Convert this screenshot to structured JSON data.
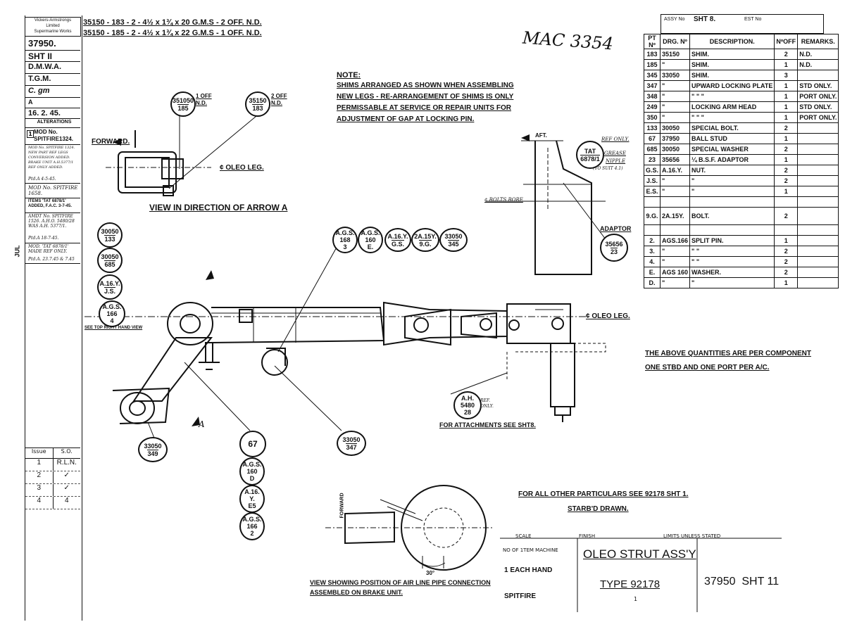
{
  "left_block": {
    "maker_line1": "Vickers-Armstrongs",
    "maker_line2": "Limited",
    "maker_line3": "Supermarine Works",
    "drawing_no": "37950.",
    "sheet": "SHT II",
    "drawn": "D.M.W.A.",
    "traced": "T.G.M.",
    "checked": "C. gm",
    "approved": "A",
    "date": "16. 2. 45.",
    "alterations_label": "ALTERATIONS",
    "alt1_no": "1",
    "alt1_text": "MOD No. SPITFIRE1324.",
    "alt2_text": "MOD No. SPITFIRE 1324. NEW PART REF LEGS CONVERSION ADDED. BRAKE UNIT A.H.5377/1 REF ONLY ADDED.",
    "alt2_date": "Ptd.A 4-5-45.",
    "alt3_text": "MOD No. SPITFIRE 1658.",
    "alt4_text": "ITEMS 'TAT 6878/1' ADDED, F.A.C. 3-7-45.",
    "alt5_text": "AMDT No. SPITFIRE 1526. A.H.O. 5480/28 WAS A.H. 5377/1.",
    "alt5_date": "Ptd.A 18-7-45.",
    "alt6_text": "MOD. 'TAT 6878/1' MADE REF ONLY.",
    "alt6_date": "Ptd.A. 23.7.45 & 7.45",
    "side_stamp": "JUL"
  },
  "issue_table": {
    "head_issue": "Issue",
    "head_so": "S.O.",
    "rows": [
      {
        "issue": "1",
        "so": "R.L.N."
      },
      {
        "issue": "2",
        "so": "✓"
      },
      {
        "issue": "3",
        "so": "✓"
      },
      {
        "issue": "4",
        "so": "4"
      }
    ]
  },
  "top_off": {
    "line1": "35150 - 183 - 2 - 4½ x 1¾ x 20 G.M.S - 2 OFF. N.D.",
    "line2": "35150 - 185 - 2 - 4½ x 1¾ x 22 G.M.S - 1 OFF. N.D."
  },
  "mac_stamp": "MAC 3354",
  "note": {
    "heading": "NOTE:",
    "line1": "SHIMS ARRANGED AS SHOWN WHEN ASSEMBLING",
    "line2": "NEW LEGS - RE-ARRANGEMENT OF SHIMS IS ONLY",
    "line3": "PERMISSABLE AT SERVICE OR REPAIR UNITS FOR",
    "line4": "ADJUSTMENT OF GAP AT LOCKING PIN."
  },
  "diagram_labels": {
    "forward": "FORWARD.",
    "oleo_leg_top": "¢ OLEO LEG.",
    "view_arrow": "VIEW IN DIRECTION OF ARROW A",
    "oleo_leg_main": "¢ OLEO LEG.",
    "see_top_right": "SEE TOP RIGHT HAND VIEW",
    "aft": "AFT.",
    "ref_only": "REF ONLY.",
    "grease": "GREASE",
    "nipple": "NIPPLE",
    "to_suit": "(TO SUIT 4.1)",
    "bolts_bore": "¢ BOLTS BORE",
    "adaptor": "ADAPTOR",
    "arrow_a": "A",
    "for_attachments": "FOR ATTACHMENTS SEE SHT8.",
    "ref_only2": "REF. ONLY.",
    "forward_vert": "FORWARD",
    "angle": "30°",
    "view_airline_1": "VIEW SHOWING POSITION OF AIR LINE PIPE CONNECTION",
    "view_airline_2": "ASSEMBLED ON BRAKE UNIT."
  },
  "bubbles": {
    "b351050": [
      "351050",
      "185"
    ],
    "b351050_off": "1 OFF N.D.",
    "b35150": [
      "35150",
      "183"
    ],
    "b35150_off": "2 OFF N.D.",
    "b30050_133": [
      "30050",
      "133"
    ],
    "b30050_685": [
      "30050",
      "685"
    ],
    "ba16y": [
      "A.16.Y.",
      "J.S."
    ],
    "bags166_4": [
      "A.G.S.",
      "166",
      "4"
    ],
    "bags168": [
      "A.G.S.",
      "168",
      "3"
    ],
    "bags160e": [
      "A.G.S.",
      "160",
      "E."
    ],
    "ba16y_gs": [
      "A.16.Y.",
      "G.S."
    ],
    "b2a15y": [
      "2A.15Y.",
      "9.G."
    ],
    "b33050_345": [
      "33050",
      "345"
    ],
    "btat": [
      "TAT",
      "6878/1"
    ],
    "b35656": [
      "35656",
      "23"
    ],
    "bah5480": [
      "A.H.",
      "5480",
      "28"
    ],
    "b33050_349": [
      "33050",
      "349"
    ],
    "b67": [
      "67"
    ],
    "bags160d": [
      "A.G.S.",
      "160",
      "D"
    ],
    "ba16y_e5": [
      "A.16.",
      "Y.",
      "E5"
    ],
    "bags166_2": [
      "A.G.S.",
      "166",
      "2"
    ],
    "b33050_347": [
      "33050",
      "347"
    ]
  },
  "parts_table": {
    "assy_label": "ASSY No",
    "assy_value": "SHT 8.",
    "est_label": "EST No",
    "headers": [
      "PT Nº",
      "DRG. Nº",
      "DESCRIPTION.",
      "NºOFF",
      "REMARKS."
    ],
    "rows": [
      [
        "183",
        "35150",
        "SHIM.",
        "2",
        "N.D."
      ],
      [
        "185",
        "\"",
        "SHIM.",
        "1",
        "N.D."
      ],
      [
        "345",
        "33050",
        "SHIM.",
        "3",
        ""
      ],
      [
        "347",
        "\"",
        "UPWARD LOCKING PLATE",
        "1",
        "STD ONLY."
      ],
      [
        "348",
        "\"",
        "\"   \"   \"",
        "1",
        "PORT ONLY."
      ],
      [
        "249",
        "\"",
        "LOCKING ARM HEAD",
        "1",
        "STD ONLY."
      ],
      [
        "350",
        "\"",
        "\"   \"   \"",
        "1",
        "PORT ONLY."
      ],
      [
        "133",
        "30050",
        "SPECIAL BOLT.",
        "2",
        ""
      ],
      [
        "67",
        "37950",
        "BALL STUD",
        "1",
        ""
      ],
      [
        "685",
        "30050",
        "SPECIAL WASHER",
        "2",
        ""
      ],
      [
        "23",
        "35656",
        "¼ B.S.F. ADAPTOR",
        "1",
        ""
      ],
      [
        "G.S.",
        "A.16.Y.",
        "NUT.",
        "2",
        ""
      ],
      [
        "J.S.",
        "\"",
        "\"",
        "2",
        ""
      ],
      [
        "E.S.",
        "\"",
        "\"",
        "1",
        ""
      ],
      [
        "",
        "",
        "",
        "",
        ""
      ],
      [
        "9.G.",
        "2A.15Y.",
        "BOLT.",
        "2",
        ""
      ],
      [
        "",
        "",
        "",
        "",
        ""
      ],
      [
        "2.",
        "AGS.166",
        "SPLIT PIN.",
        "1",
        ""
      ],
      [
        "3.",
        "\"",
        "\"   \"",
        "2",
        ""
      ],
      [
        "4.",
        "\"",
        "\"   \"",
        "2",
        ""
      ],
      [
        "E.",
        "AGS 160",
        "WASHER.",
        "2",
        ""
      ],
      [
        "D.",
        "\"",
        "\"",
        "1",
        ""
      ]
    ]
  },
  "quantities_note": {
    "line1": "THE ABOVE QUANTITIES ARE PER COMPONENT",
    "line2": "ONE STBD AND ONE PORT PER A/C."
  },
  "particulars": {
    "line1": "FOR ALL OTHER PARTICULARS SEE 92178 SHT 1.",
    "line2": "STARB'D DRAWN."
  },
  "title_block": {
    "scale_label": "SCALE",
    "finish_label": "FINISH",
    "limits_label": "LIMITS UNLESS STATED",
    "machine": "NO OF 1TEM MACHINE",
    "each_hand": "1 EACH HAND",
    "aircraft": "SPITFIRE",
    "title": "OLEO STRUT ASS'Y",
    "type": "TYPE 92178",
    "drawing_sheet": "37950  SHT 11",
    "mark": "1"
  }
}
